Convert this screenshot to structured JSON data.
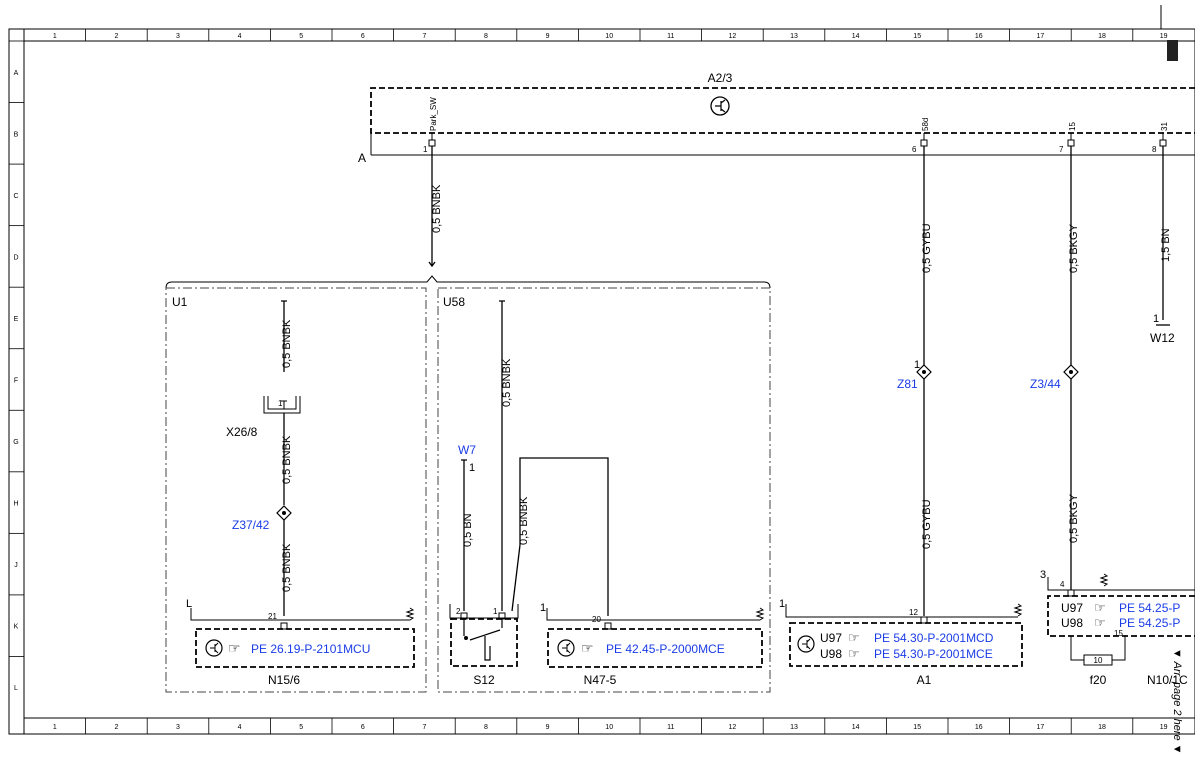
{
  "grid": {
    "columns": [
      "1",
      "2",
      "3",
      "4",
      "5",
      "6",
      "7",
      "8",
      "9",
      "10",
      "11",
      "12",
      "13",
      "14",
      "15",
      "16",
      "17",
      "18",
      "19"
    ],
    "rows": [
      "A",
      "B",
      "C",
      "D",
      "E",
      "F",
      "G",
      "H",
      "J",
      "K",
      "L"
    ]
  },
  "modules": {
    "a2_3": "A2/3",
    "u1": "U1",
    "u58": "U58",
    "n15_6": "N15/6",
    "s12": "S12",
    "n47_5": "N47-5",
    "a1": "A1",
    "f20": "f20",
    "n10": "N10/1C"
  },
  "connector_a_label": "A",
  "pins": {
    "park_sw_name": "Park_SW",
    "park_sw_num": "1",
    "p58d_name": "58d",
    "p58d_num": "6",
    "p15_name": "15",
    "p15_num": "7",
    "p31_name": "31",
    "p31_num": "8",
    "x26_pin": "1",
    "u1_pin": "21",
    "s12_pin2": "2",
    "s12_pin1": "1",
    "n47_pin": "20",
    "n47_corner": "1",
    "a1_pin": "12",
    "a1_corner": "1",
    "n10_corner": "3",
    "n10_pin": "4",
    "n10_pin15": "15",
    "f20_value": "10",
    "w7_pin": "1",
    "z81_pin": "1",
    "w12_pin": "1",
    "u1_corner": "L"
  },
  "wires": {
    "w1": "0,5 BNBK",
    "w2": "0,5 BNBK",
    "w3": "0,5 BNBK",
    "w4": "0,5 BNBK",
    "w5": "0,5 BNBK",
    "w6": "0,5 BN",
    "w7": "0,5 BNBK",
    "w8": "0,5 GYBU",
    "w9": "0,5 GYBU",
    "w10": "0,5 BKGY",
    "w11": "0,5 BKGY",
    "w12": "1,5 BN"
  },
  "refs": {
    "x26_8": "X26/8",
    "z37_42": "Z37/42",
    "w7": "W7",
    "z81": "Z81",
    "z3_44": "Z3/44",
    "w12": "W12"
  },
  "links": {
    "u1": "PE 26.19-P-2101MCU",
    "n47": "PE 42.45-P-2000MCE",
    "a1_u97_prefix": "U97",
    "a1_u97": "PE 54.30-P-2001MCD",
    "a1_u98_prefix": "U98",
    "a1_u98": "PE 54.30-P-2001MCE",
    "n10_u97_prefix": "U97",
    "n10_u97": "PE 54.25-P",
    "n10_u98_prefix": "U98",
    "n10_u98": "PE 54.25-P"
  },
  "side_note": "▼ Arr. page 2 here ▼"
}
